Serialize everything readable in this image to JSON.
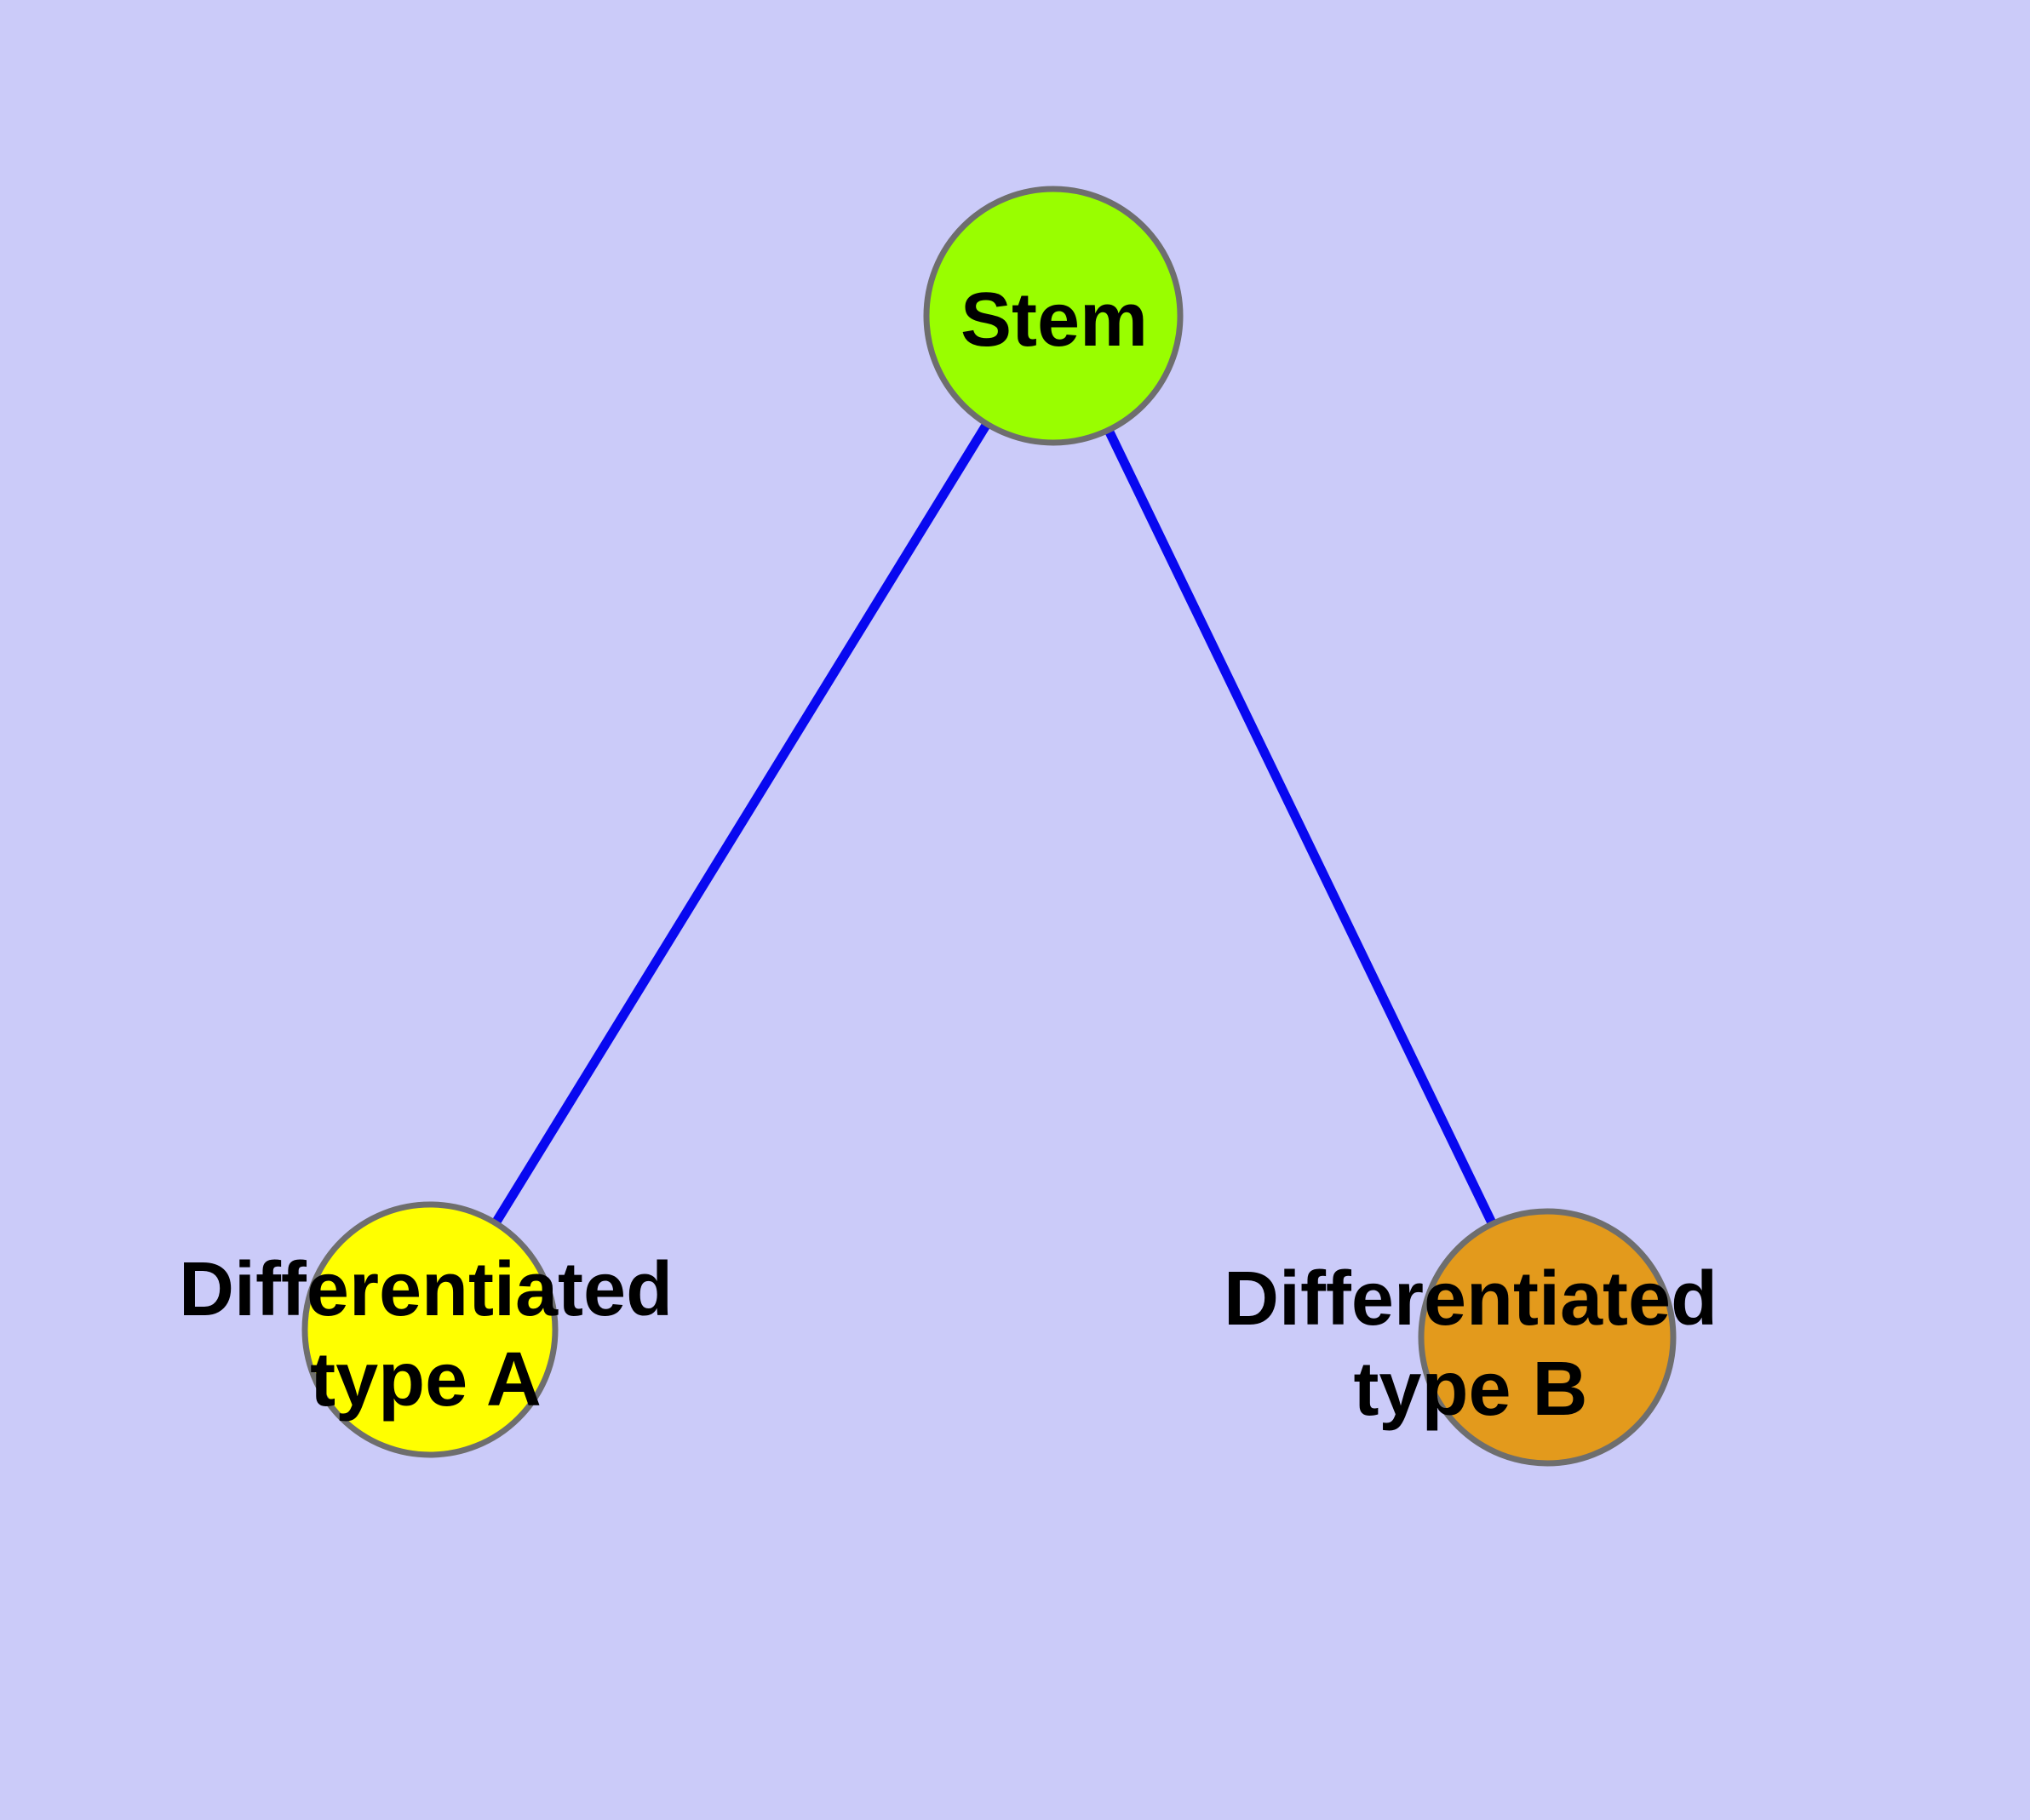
{
  "diagram": {
    "background_color": "#CBCBF9",
    "edge_color": "#0808F0",
    "node_border_color": "#6E6E6E",
    "text_color": "#000000",
    "nodes": [
      {
        "id": "stem",
        "label": "Stem",
        "label_lines": [
          "Stem"
        ],
        "fill": "#99FE00"
      },
      {
        "id": "differentiated-type-a",
        "label": "Differentiated type A",
        "label_lines": [
          "Differentiated",
          "type A"
        ],
        "fill": "#FFFF00"
      },
      {
        "id": "differentiated-type-b",
        "label": "Differentiated type B",
        "label_lines": [
          "Differentiated",
          "type B"
        ],
        "fill": "#E39A1C"
      }
    ],
    "edges": [
      {
        "from": "stem",
        "to": "differentiated-type-a"
      },
      {
        "from": "stem",
        "to": "differentiated-type-b"
      }
    ]
  }
}
